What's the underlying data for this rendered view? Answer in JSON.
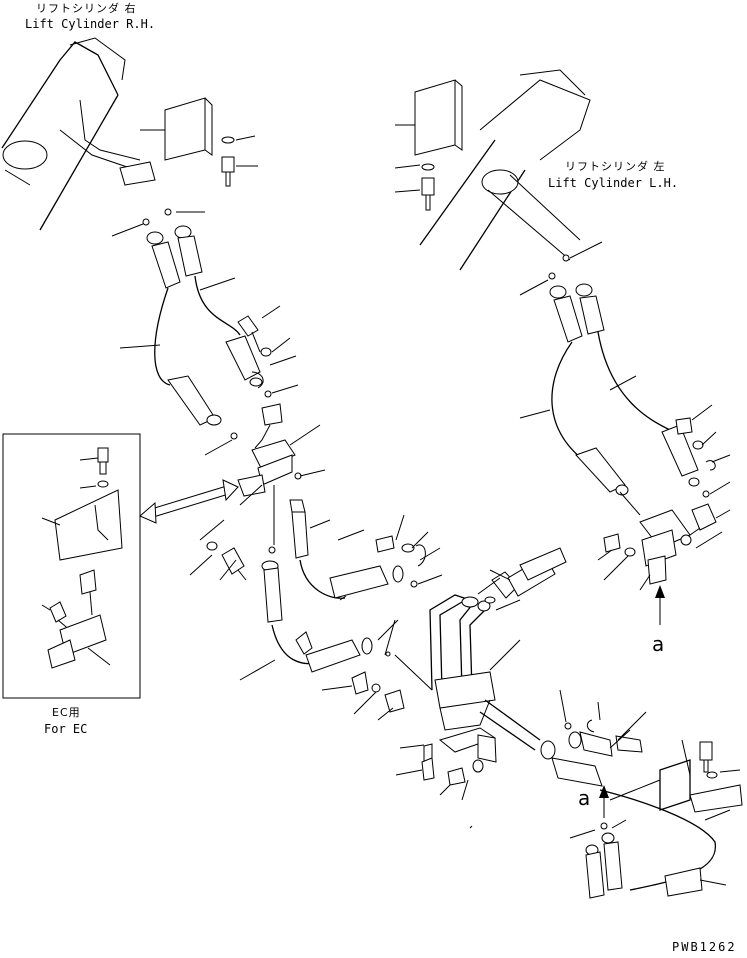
{
  "labels": {
    "lift_cylinder_rh_jp": "リフトシリンダ 右",
    "lift_cylinder_rh_en": "Lift Cylinder R.H.",
    "lift_cylinder_lh_jp": "リフトシリンダ 左",
    "lift_cylinder_lh_en": "Lift Cylinder L.H.",
    "for_ec_jp": "EC用",
    "for_ec_en": "For EC",
    "view_a_1": "a",
    "view_a_2": "a",
    "drawing_code": "PWB1262"
  }
}
